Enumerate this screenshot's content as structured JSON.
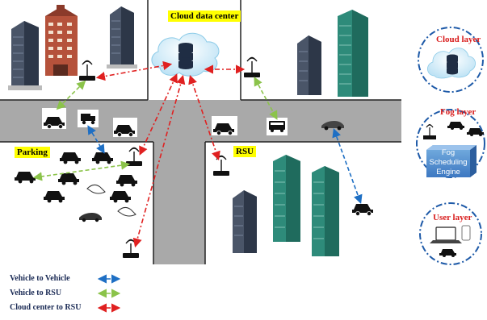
{
  "labels": {
    "cloud_center": "Cloud data center",
    "rsu": "RSU",
    "parking": "Parking"
  },
  "layers": {
    "cloud": "Cloud layer",
    "fog": "Fog layer",
    "user": "User layer",
    "fog_engine": [
      "Fog",
      "Scheduling",
      "Engine"
    ]
  },
  "legend": [
    {
      "label": "Vehicle to Vehicle",
      "color": "#1e6fc4"
    },
    {
      "label": "Vehicle to RSU",
      "color": "#8bc34a"
    },
    {
      "label": "Cloud center to RSU",
      "color": "#e02020"
    }
  ],
  "colors": {
    "road": "#a9a9a9",
    "building_glass": "#2e8b7a",
    "building_dark": "#4a5568",
    "building_brick": "#b5523b",
    "highlight": "#ffff00",
    "layer_circle": "#1e5aa8"
  }
}
